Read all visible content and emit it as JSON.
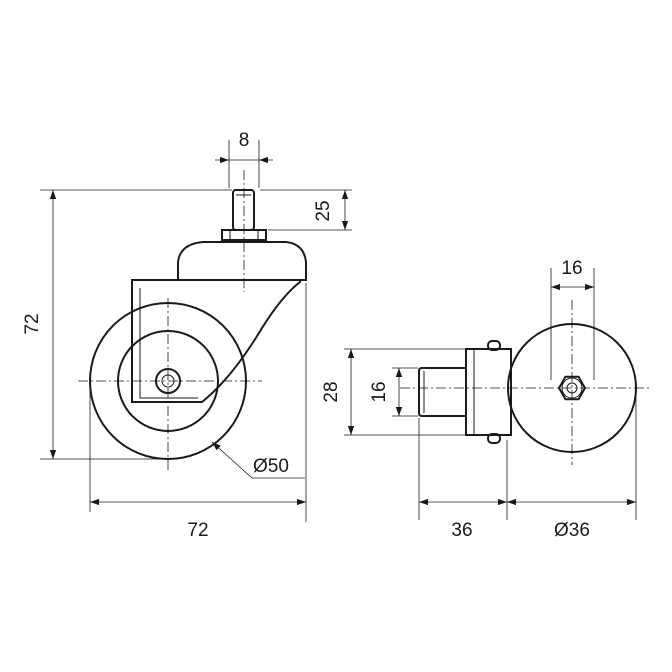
{
  "dimensions": {
    "stem_diameter": "8",
    "stem_length": "25",
    "total_height": "72",
    "wheel_diameter": "Ø50",
    "total_length": "72",
    "top_width": "16",
    "plate_height": "28",
    "axle_height": "16",
    "side_offset": "36",
    "side_diameter": "Ø36"
  },
  "colors": {
    "line": "#1a1a1a",
    "background": "#ffffff"
  }
}
